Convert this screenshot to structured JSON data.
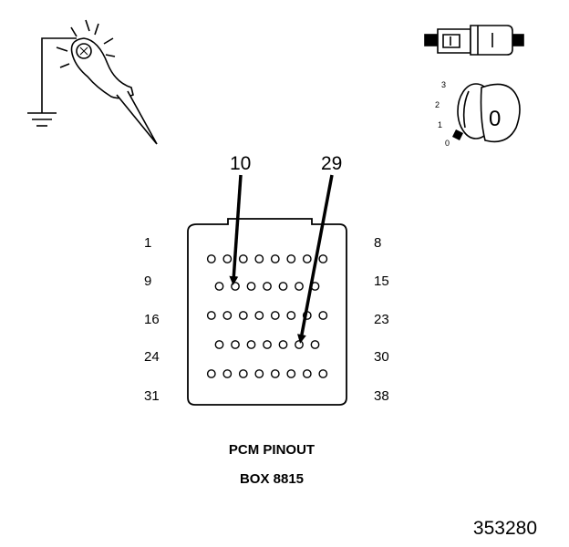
{
  "connector": {
    "row_labels_left": [
      "1",
      "9",
      "16",
      "24",
      "31"
    ],
    "row_labels_right": [
      "8",
      "15",
      "23",
      "30",
      "38"
    ],
    "rows": [
      {
        "first": 1,
        "last": 8
      },
      {
        "first": 9,
        "last": 15
      },
      {
        "first": 16,
        "last": 23
      },
      {
        "first": 24,
        "last": 30
      },
      {
        "first": 31,
        "last": 38
      }
    ],
    "highlighted_pins": [
      "10",
      "29"
    ]
  },
  "caption": {
    "line1": "PCM PINOUT",
    "line2": "BOX 8815"
  },
  "ignition": {
    "positions": [
      "3",
      "2",
      "1",
      "0"
    ],
    "key_label": "0"
  },
  "figure_number": "353280"
}
